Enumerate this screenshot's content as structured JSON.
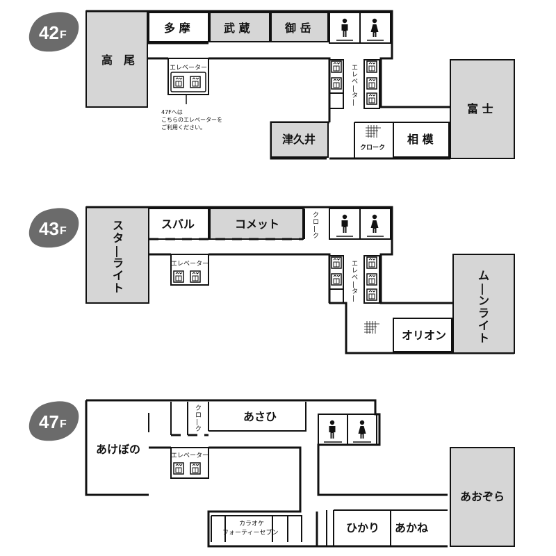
{
  "floors": {
    "f42": {
      "badge_num": "42",
      "badge_unit": "F",
      "rooms": {
        "takao": "高　尾",
        "tama": "多 摩",
        "musashi": "武 蔵",
        "mitake": "御 岳",
        "fuji": "富 士",
        "tsukui": "津久井",
        "sagami": "相 模"
      },
      "elevator_label_h": "エレベーター",
      "elevator_label_v": [
        "エ",
        "レ",
        "ベ",
        "|",
        "タ",
        "|"
      ],
      "cloak": "クローク",
      "note": [
        "47Fへは",
        "こちらのエレベーターを",
        "ご利用ください。"
      ]
    },
    "f43": {
      "badge_num": "43",
      "badge_unit": "F",
      "rooms": {
        "starlight": [
          "ス",
          "タ",
          "|",
          "ラ",
          "イ",
          "ト"
        ],
        "subaru": "スバル",
        "comet": "コメット",
        "moonlight": [
          "ム",
          "|",
          "ン",
          "ラ",
          "イ",
          "ト"
        ],
        "orion": "オリオン"
      },
      "elevator_label_h": "エレベーター",
      "elevator_label_v": [
        "エ",
        "レ",
        "ベ",
        "|",
        "タ",
        "|"
      ],
      "cloak": [
        "ク",
        "ロ",
        "|",
        "ク"
      ]
    },
    "f47": {
      "badge_num": "47",
      "badge_unit": "F",
      "rooms": {
        "akebono": "あけぼの",
        "asahi": "あさひ",
        "aozora": "あおぞら",
        "karaoke_line1": "カラオケ",
        "karaoke_line2": "フォーティーセブン",
        "hikari": "ひかり",
        "akane": "あかね"
      },
      "elevator_label_h": "エレベーター",
      "cloak": [
        "ク",
        "ロ",
        "|",
        "ク"
      ]
    }
  },
  "colors": {
    "badge": "#6b6b6b",
    "gray_room": "#d6d6d6",
    "wall": "#111111"
  },
  "icons": [
    "male-restroom-icon",
    "female-restroom-icon",
    "elevator-icon",
    "stairs-icon"
  ]
}
